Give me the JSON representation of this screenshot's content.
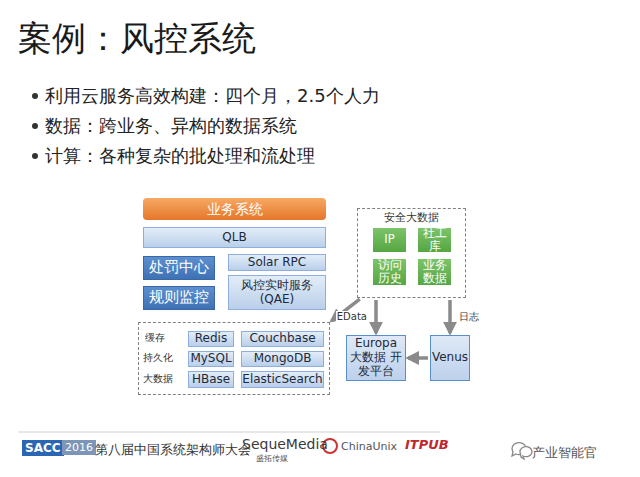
{
  "diagram": {
    "title": "案例：风控系统",
    "nodes": [
      {
        "text": [
          "业务系统"
        ]
      },
      {
        "text": [
          "QLB"
        ]
      },
      {
        "text": [
          "处罚中心"
        ]
      },
      {
        "text": [
          "规则监控"
        ]
      },
      {
        "text": [
          "Solar RPC"
        ]
      },
      {
        "text": [
          "风控实时服务 (QAE)"
        ]
      },
      {
        "text": []
      },
      {
        "text": [
          "Redis"
        ],
        "in": 6
      },
      {
        "text": [
          "Couchbase"
        ],
        "in": 6
      },
      {
        "text": [
          "MySQL"
        ],
        "in": 6
      },
      {
        "text": [
          "MongoDB"
        ],
        "in": 6
      },
      {
        "text": [
          "HBase"
        ],
        "in": 6
      },
      {
        "text": [
          "ElasticSearch"
        ],
        "in": 6
      },
      {
        "text": [
          "安全大数据"
        ]
      },
      {
        "text": [
          "IP"
        ],
        "in": 13
      },
      {
        "text": [
          "社工库"
        ],
        "in": 13
      },
      {
        "text": [
          "访问历史"
        ],
        "in": 13
      },
      {
        "text": [
          "业务数据"
        ],
        "in": 13
      },
      {
        "text": [
          "Europa 大数据 开发平台"
        ]
      },
      {
        "text": [
          "Venus"
        ]
      }
    ],
    "edges": [
      {
        "from": 13,
        "to": 6,
        "arrow": "to"
      },
      {
        "from": 13,
        "to": 18,
        "label": "EData",
        "arrow": "to"
      },
      {
        "from": 19,
        "to": 18,
        "arrow": "to"
      },
      {
        "from": 13,
        "to": 19,
        "label": "日志",
        "arrow": "to"
      }
    ],
    "labels": [
      "利用云服务高效构建：四个月，2.5个人力",
      "数据：跨业务、异构的数据系统",
      "计算：各种复杂的批处理和流处理",
      "缓存",
      "持久化",
      "大数据",
      "SACC",
      "2016",
      "第八届中国系统架构师大会",
      "SequeMedia",
      "盛拓传媒",
      "ChinaUnix",
      "ITPUB",
      "产业智能官"
    ]
  }
}
